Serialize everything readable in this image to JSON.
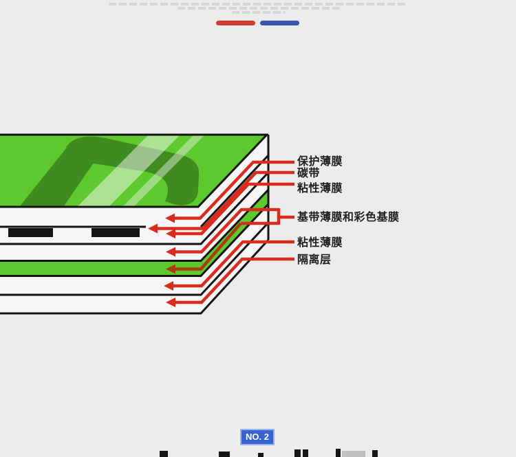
{
  "colors": {
    "background": "#ececec",
    "sheet": "#f5f5f5",
    "outline": "#141414",
    "green": "#5ec92e",
    "logo_green": "#3f8b1f",
    "red": "#d92b1f",
    "dark_red": "#a83c0c",
    "label_text": "#1f1f1f",
    "legend_red": "#d23b33",
    "legend_blue": "#3c55ad",
    "badge_blue": "#3a63d2",
    "badge_border": "#9db3ec",
    "badge_text": "#ffffff",
    "fine_print": "#d6d6d6",
    "fragment_gray": "#bfbfbf"
  },
  "diagram": {
    "labels": [
      {
        "text": "保护薄膜"
      },
      {
        "text": "碳带"
      },
      {
        "text": "粘性薄膜"
      },
      {
        "text": "基带薄膜和彩色基膜"
      },
      {
        "text": "粘性薄膜"
      },
      {
        "text": "隔离层"
      }
    ]
  },
  "footer": {
    "badge_label": "NO. 2"
  }
}
